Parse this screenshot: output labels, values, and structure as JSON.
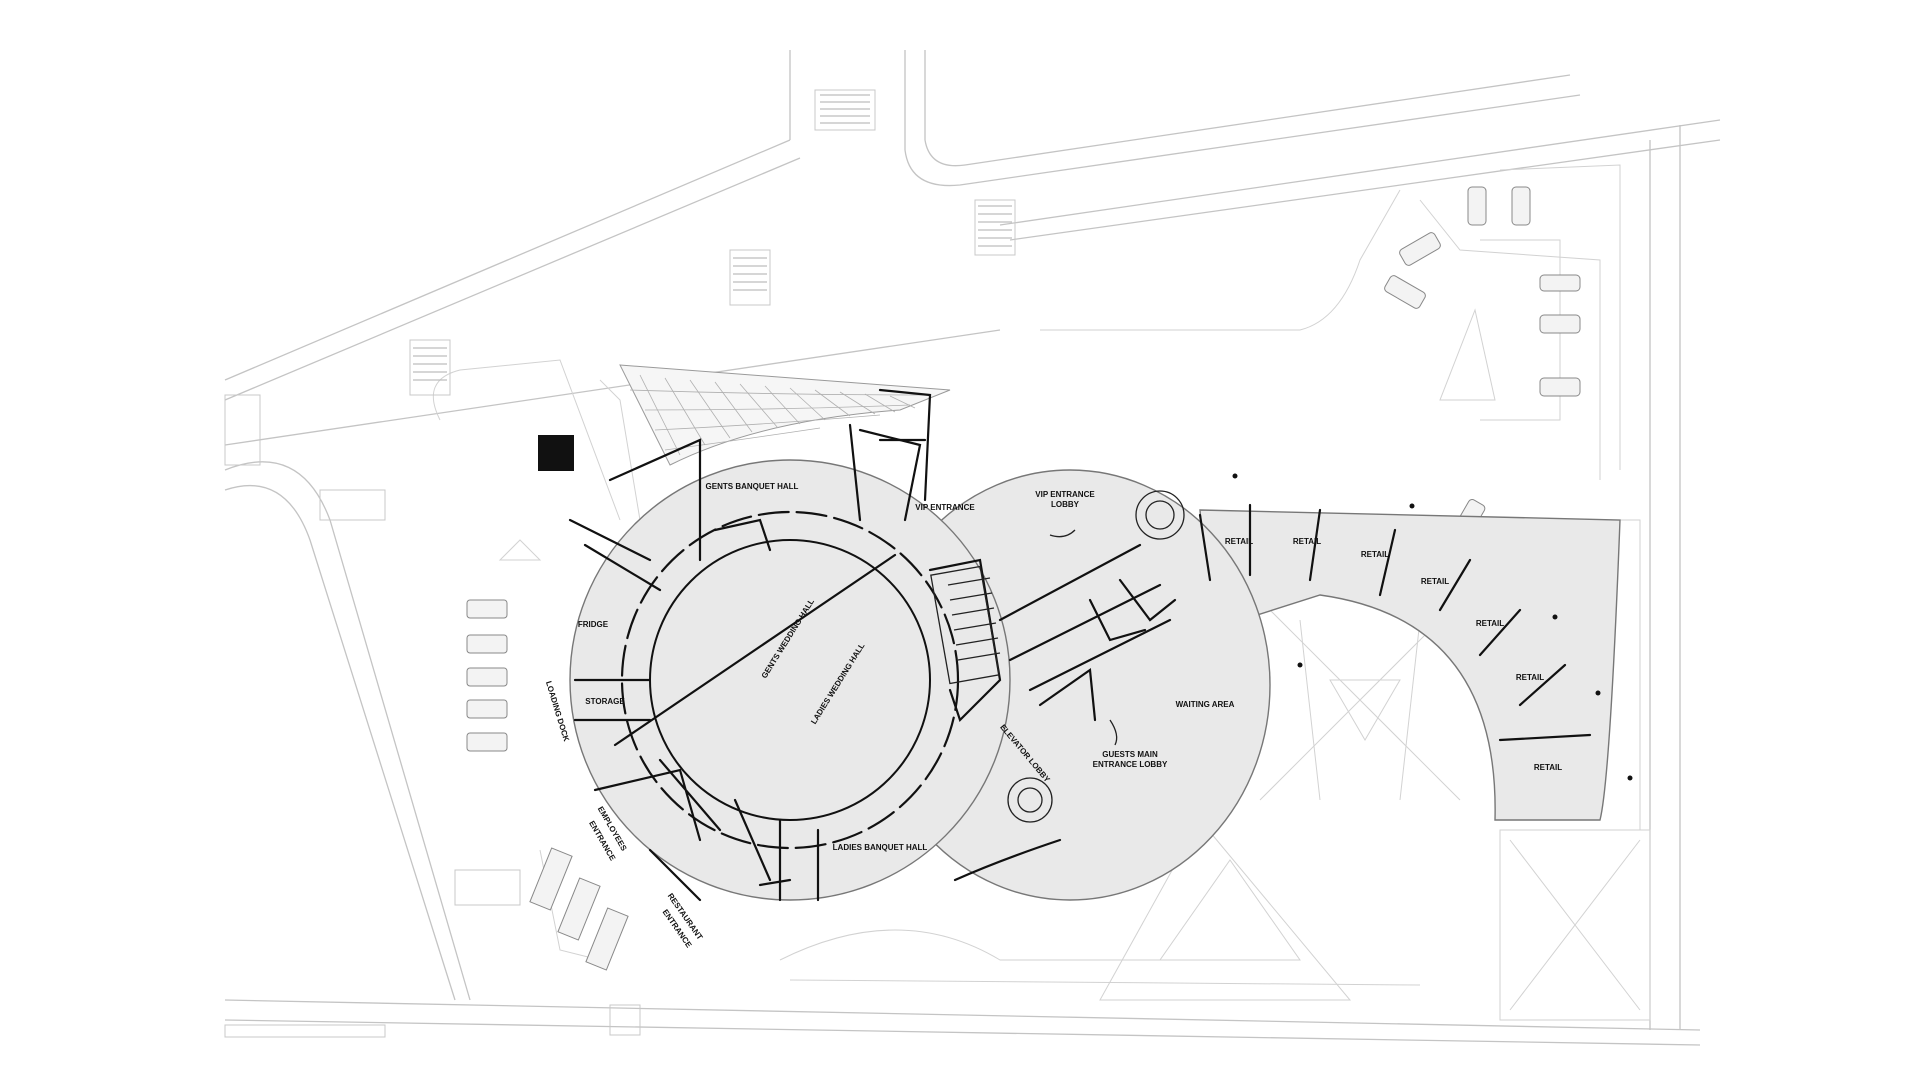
{
  "diagram": {
    "labels": {
      "gents_banquet_hall": "GENTS BANQUET HALL",
      "vip_entrance": "VIP ENTRANCE",
      "vip_entrance_lobby_1": "VIP ENTRANCE",
      "vip_entrance_lobby_2": "LOBBY",
      "gents_wedding_hall": "GENTS WEDDING HALL",
      "ladies_wedding_hall": "LADIES WEDDING HALL",
      "fridge": "FRIDGE",
      "storage": "STORAGE",
      "loading_dock": "LOADING DOCK",
      "employees_entrance_1": "EMPLOYEES",
      "employees_entrance_2": "ENTRANCE",
      "restaurant_entrance_1": "RESTAURANT",
      "restaurant_entrance_2": "ENTRANCE",
      "ladies_banquet_hall": "LADIES BANQUET HALL",
      "elevator_lobby": "ELEVATOR LOBBY",
      "guests_main_entrance_1": "GUESTS MAIN",
      "guests_main_entrance_2": "ENTRANCE LOBBY",
      "waiting_area": "WAITING AREA",
      "retail": [
        "RETAIL",
        "RETAIL",
        "RETAIL",
        "RETAIL",
        "RETAIL",
        "RETAIL",
        "RETAIL"
      ]
    },
    "colors": {
      "floor": "#e9e9e9",
      "walls": "#111111",
      "site_lines": "#c4c4c4",
      "background": "#ffffff"
    }
  }
}
